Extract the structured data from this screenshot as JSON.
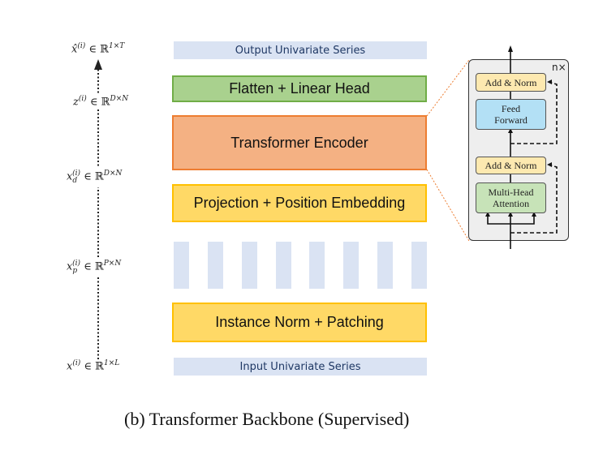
{
  "labels": {
    "output_series": "Output Univariate Series",
    "flatten_head": "Flatten + Linear Head",
    "transformer_encoder": "Transformer Encoder",
    "projection": "Projection + Position Embedding",
    "instance_norm": "Instance Norm + Patching",
    "input_series": "Input Univariate Series"
  },
  "math": {
    "output": {
      "var": "x̂",
      "sup": "(i)",
      "space": "ℝ",
      "dim": "1×T"
    },
    "z": {
      "var": "z",
      "sup": "(i)",
      "space": "ℝ",
      "dim": "D×N"
    },
    "xd": {
      "var": "x",
      "sub": "d",
      "sup": "(i)",
      "space": "ℝ",
      "dim": "D×N"
    },
    "xp": {
      "var": "x",
      "sub": "p",
      "sup": "(i)",
      "space": "ℝ",
      "dim": "P×N"
    },
    "x": {
      "var": "x",
      "sup": "(i)",
      "space": "ℝ",
      "dim": "1×L"
    },
    "in_symbol": "∈"
  },
  "patches": {
    "count": 8
  },
  "encoder_detail": {
    "repeat": "n×",
    "add_norm_top": "Add & Norm",
    "feed_forward": [
      "Feed",
      "Forward"
    ],
    "add_norm_bottom": "Add & Norm",
    "mha": [
      "Multi-Head",
      "Attention"
    ]
  },
  "caption": "(b) Transformer Backbone (Supervised)",
  "colors": {
    "series": "#dae3f3",
    "green": "#a9d18e",
    "orange": "#f4b183",
    "yellow": "#ffd966"
  }
}
